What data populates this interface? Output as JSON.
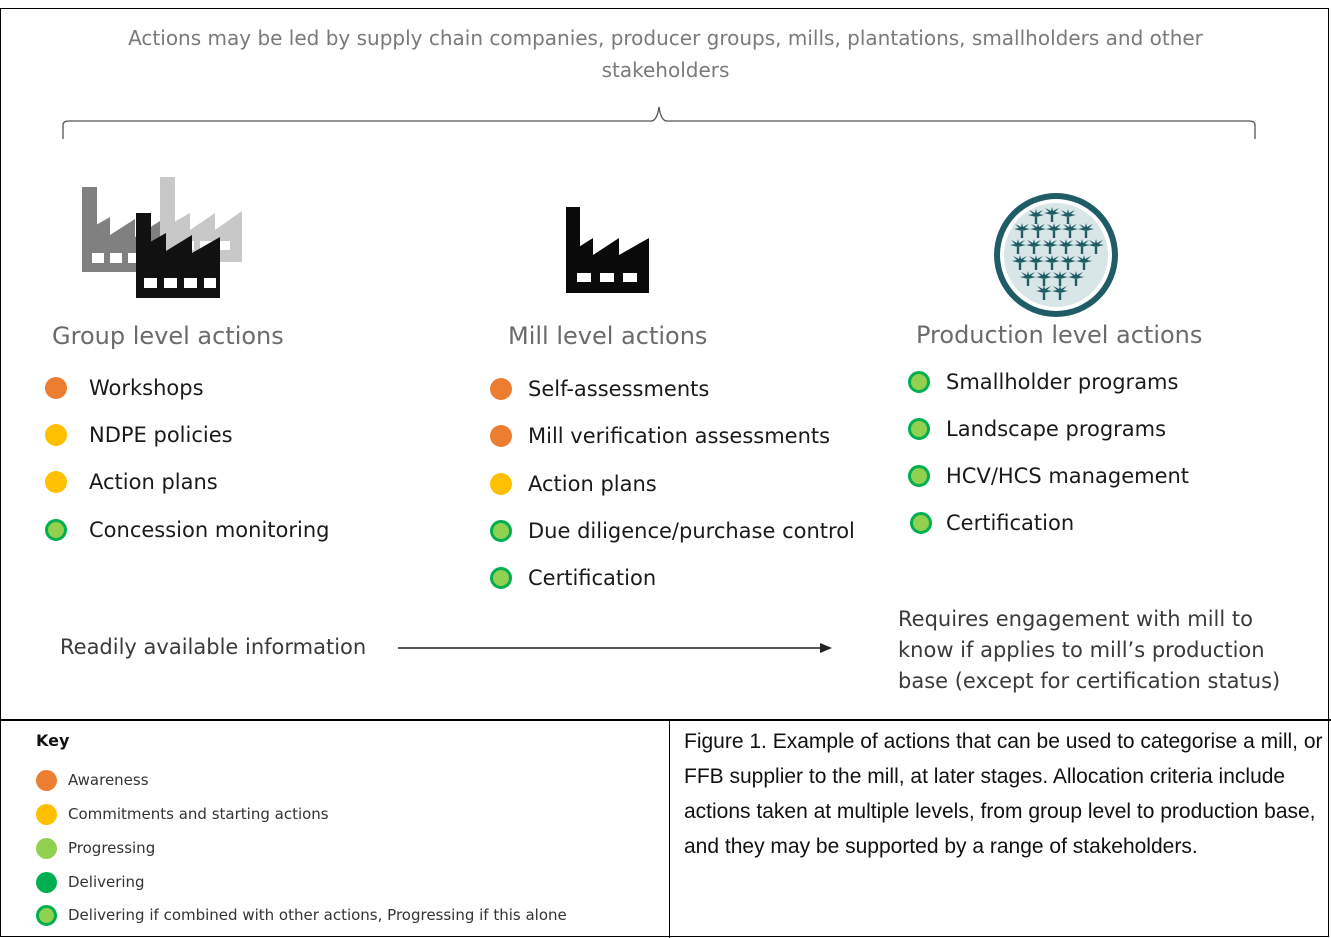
{
  "header": {
    "text": "Actions may be led by supply chain companies, producer groups, mills, plantations, smallholders and other stakeholders"
  },
  "icons": {
    "group": "group-factories-icon",
    "mill": "factory-icon",
    "production": "palm-plantation-icon"
  },
  "columns": {
    "group": {
      "heading": "Group level actions",
      "items": [
        {
          "label": "Workshops",
          "status": "awareness"
        },
        {
          "label": "NDPE policies",
          "status": "commit"
        },
        {
          "label": "Action plans",
          "status": "commit"
        },
        {
          "label": "Concession monitoring",
          "status": "combined"
        }
      ]
    },
    "mill": {
      "heading": "Mill level actions",
      "items": [
        {
          "label": "Self-assessments",
          "status": "awareness"
        },
        {
          "label": "Mill verification assessments",
          "status": "awareness"
        },
        {
          "label": "Action plans",
          "status": "commit"
        },
        {
          "label": "Due diligence/purchase control",
          "status": "combined"
        },
        {
          "label": "Certification",
          "status": "combined"
        }
      ]
    },
    "production": {
      "heading": "Production level actions",
      "items": [
        {
          "label": "Smallholder programs",
          "status": "combined"
        },
        {
          "label": "Landscape programs",
          "status": "combined"
        },
        {
          "label": "HCV/HCS management",
          "status": "combined"
        },
        {
          "label": "Certification",
          "status": "combined"
        }
      ]
    }
  },
  "info": {
    "left": "Readily available information",
    "right": "Requires engagement with mill  to know if applies to mill’s production base (except for certification status)"
  },
  "key": {
    "title": "Key",
    "items": [
      {
        "label": "Awareness",
        "status": "awareness"
      },
      {
        "label": "Commitments and starting actions",
        "status": "commit"
      },
      {
        "label": "Progressing",
        "status": "progressing"
      },
      {
        "label": "Delivering",
        "status": "delivering"
      },
      {
        "label": "Delivering if combined with other actions, Progressing if this alone",
        "status": "combined"
      }
    ]
  },
  "caption": "Figure 1. Example of actions that can be used to categorise a mill, or FFB supplier to the mill, at later stages. Allocation criteria include actions taken at multiple levels, from group level to production base, and they may be supported by a range of stakeholders.",
  "colors": {
    "awareness": "#ed7d31",
    "commit": "#ffc000",
    "progressing": "#92d050",
    "delivering": "#00b050",
    "heading_gray": "#6b6b6b",
    "plantation_teal": "#1f5c66"
  }
}
